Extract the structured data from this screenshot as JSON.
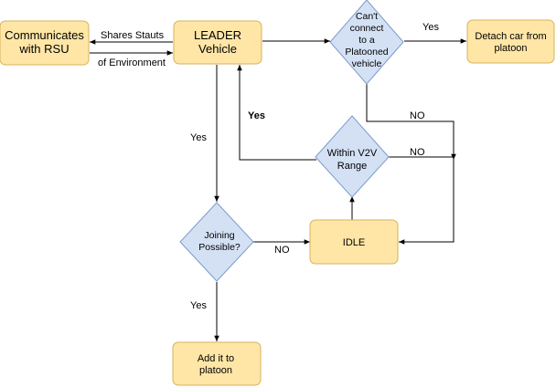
{
  "nodes": {
    "rsu": {
      "lines": [
        "Communicates",
        "with RSU"
      ]
    },
    "leader": {
      "lines": [
        "LEADER",
        "Vehicle"
      ]
    },
    "cant_connect": {
      "lines": [
        "Can't",
        "connect",
        "to a",
        "Platooned",
        "vehicle"
      ]
    },
    "detach": {
      "lines": [
        "Detach car from",
        "platoon"
      ]
    },
    "within_range": {
      "lines": [
        "Within V2V",
        "Range"
      ]
    },
    "joining": {
      "lines": [
        "Joining",
        "Possible?"
      ]
    },
    "idle": {
      "lines": [
        "IDLE"
      ]
    },
    "add_platoon": {
      "lines": [
        "Add it to",
        "platoon"
      ]
    }
  },
  "edge_labels": {
    "shares_status": "Shares Stauts",
    "of_environment": "of Environment",
    "yes_detach": "Yes",
    "no_from_cant": "NO",
    "yes_within": "Yes",
    "no_within": "NO",
    "yes_leader_down": "Yes",
    "no_joining": "NO",
    "yes_joining": "Yes"
  },
  "colors": {
    "box_fill": "#ffe6a6",
    "box_stroke": "#d7b15c",
    "diamond_fill": "#d4e1f5",
    "diamond_stroke": "#7c9bc8"
  }
}
